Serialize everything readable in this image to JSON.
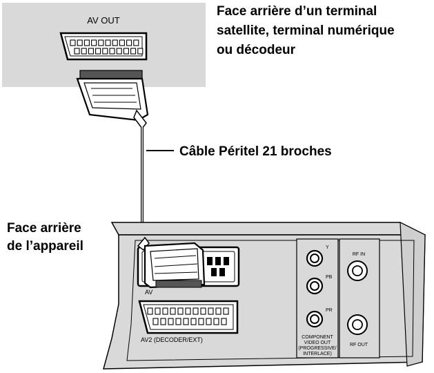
{
  "source_device": {
    "port_label": "AV OUT",
    "caption_lines": [
      "Face arrière d’un terminal",
      "satellite, terminal numérique",
      "ou décodeur"
    ]
  },
  "cable": {
    "label": "Câble Péritel 21 broches"
  },
  "recorder": {
    "caption_lines": [
      "Face arrière",
      "de l’appareil"
    ],
    "av1_label_partial": "AV",
    "av2_label": "AV2  (DECODER/EXT)",
    "component_labels": {
      "y": "Y",
      "pb": "PB",
      "pr": "PR"
    },
    "component_caption_lines": [
      "COMPONENT",
      "VIDEO OUT",
      "(PROGRESSIVE/",
      "INTERLACE)"
    ],
    "rf_in_label": "RF IN",
    "rf_out_label": "RF OUT"
  }
}
